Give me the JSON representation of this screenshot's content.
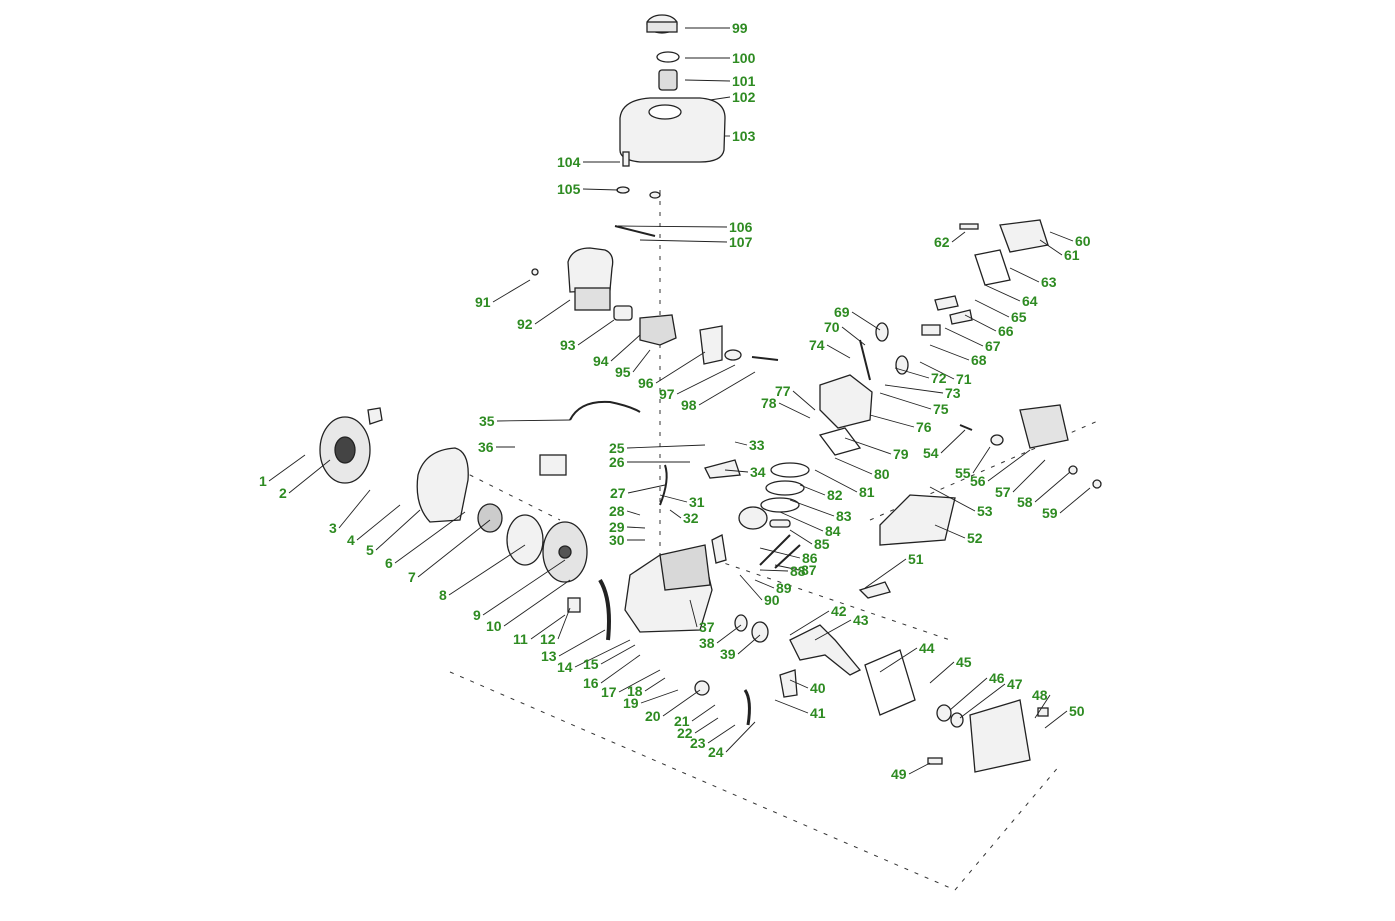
{
  "diagram": {
    "colors": {
      "callout": "#2e8b22",
      "line": "#222222",
      "part_fill": "#f2f2f2"
    },
    "callouts": [
      "1",
      "2",
      "3",
      "4",
      "5",
      "6",
      "7",
      "8",
      "9",
      "10",
      "11",
      "12",
      "13",
      "14",
      "15",
      "16",
      "17",
      "18",
      "19",
      "20",
      "21",
      "22",
      "23",
      "24",
      "25",
      "26",
      "27",
      "28",
      "29",
      "30",
      "31",
      "32",
      "33",
      "34",
      "35",
      "36",
      "37",
      "38",
      "39",
      "40",
      "41",
      "42",
      "43",
      "44",
      "45",
      "46",
      "47",
      "48",
      "49",
      "50",
      "51",
      "52",
      "53",
      "54",
      "55",
      "56",
      "57",
      "58",
      "59",
      "60",
      "61",
      "62",
      "63",
      "64",
      "65",
      "66",
      "67",
      "68",
      "69",
      "70",
      "71",
      "72",
      "73",
      "74",
      "75",
      "76",
      "77",
      "78",
      "79",
      "80",
      "81",
      "82",
      "83",
      "84",
      "85",
      "86",
      "87",
      "88",
      "89",
      "90",
      "91",
      "92",
      "93",
      "94",
      "95",
      "96",
      "97",
      "98",
      "99",
      "100",
      "101",
      "102",
      "103",
      "104",
      "105",
      "106",
      "107"
    ]
  }
}
